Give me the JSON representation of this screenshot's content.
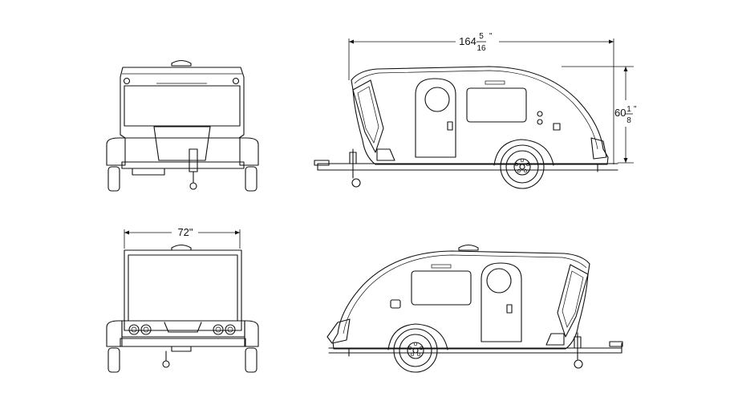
{
  "dimensions": {
    "length": {
      "whole": "164",
      "num": "5",
      "den": "16",
      "unit": "\""
    },
    "height": {
      "whole": "60",
      "num": "1",
      "den": "8",
      "unit": "\""
    },
    "width": {
      "label": "72\""
    }
  }
}
